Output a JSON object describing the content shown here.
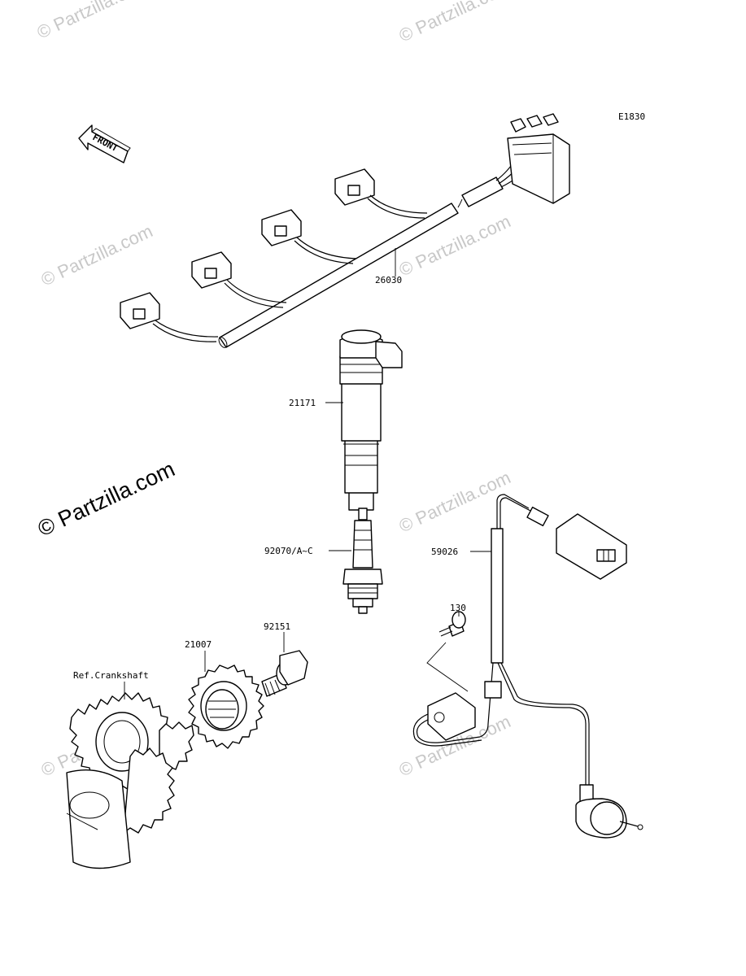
{
  "diagram_code": "E1830",
  "direction_arrow": "FRONT",
  "watermark_text": "© Partzilla.com",
  "parts": {
    "harness": "26030",
    "ignition_coil": "21171",
    "spark_plug": "92070/A~C",
    "lead": "59026",
    "screw": "130",
    "bolt": "92151",
    "rotor": "21007",
    "crankshaft_ref": "Ref.Crankshaft"
  }
}
